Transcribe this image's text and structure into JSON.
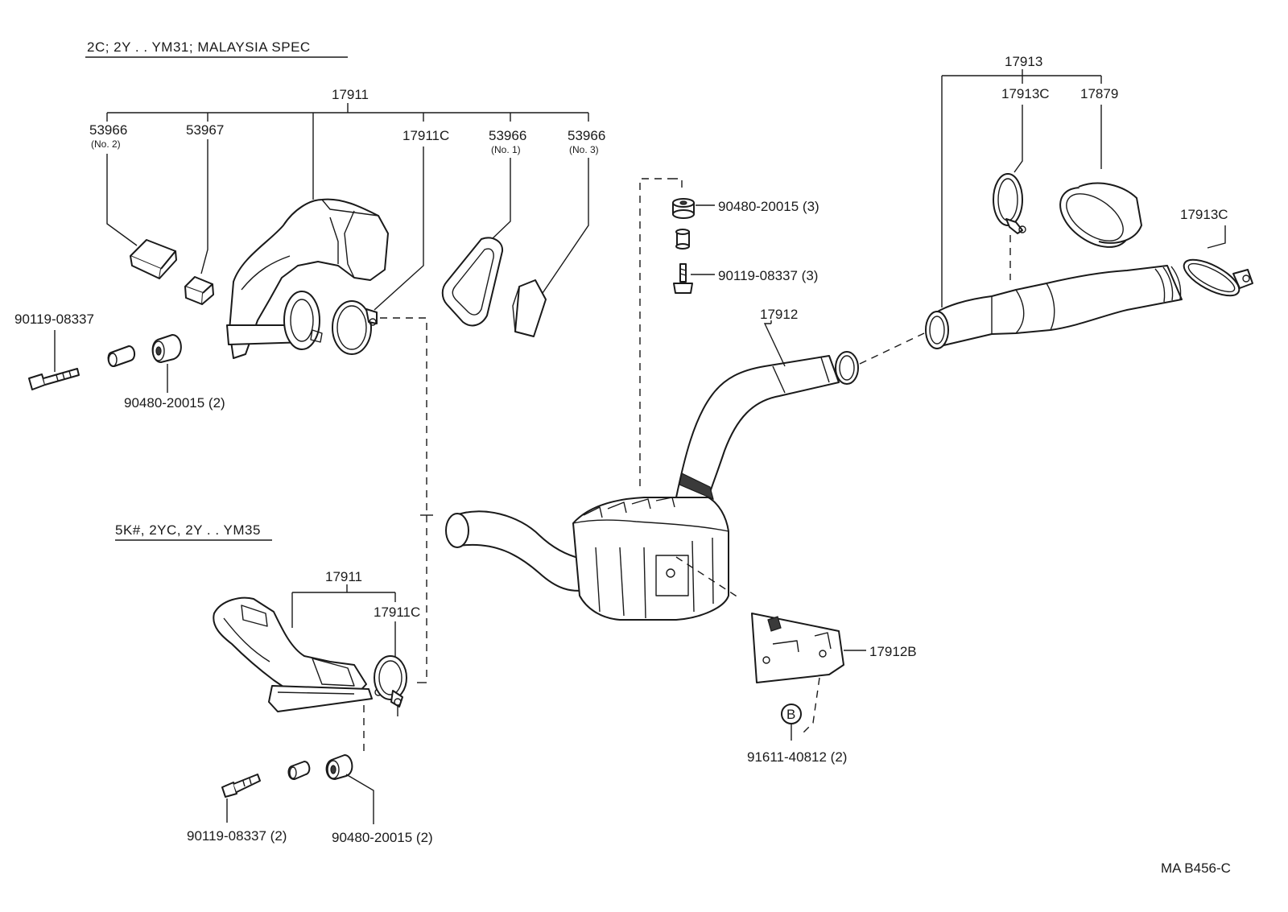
{
  "sections": {
    "top_header": "2C; 2Y . . YM31; MALAYSIA SPEC",
    "bottom_header": "5K#, 2YC, 2Y . . YM35"
  },
  "labels": {
    "p17911_top": "17911",
    "p53966_no2": "53966",
    "p53966_no2_sub": "(No. 2)",
    "p53967": "53967",
    "p17911c_top": "17911C",
    "p53966_no1": "53966",
    "p53966_no1_sub": "(No. 1)",
    "p53966_no3": "53966",
    "p53966_no3_sub": "(No. 3)",
    "p90119_left": "90119-08337",
    "p90480_left": "90480-20015 (2)",
    "p90480_mid": "90480-20015 (3)",
    "p90119_mid": "90119-08337 (3)",
    "p17912": "17912",
    "p17913": "17913",
    "p17913c_a": "17913C",
    "p17879": "17879",
    "p17913c_b": "17913C",
    "p17911_bot": "17911",
    "p17911c_bot": "17911C",
    "p17912b": "17912B",
    "bolt_mark": "B",
    "p91611": "91611-40812 (2)",
    "p90119_bot": "90119-08337 (2)",
    "p90480_bot": "90480-20015 (2)",
    "drawing_code": "MA B456-C"
  }
}
